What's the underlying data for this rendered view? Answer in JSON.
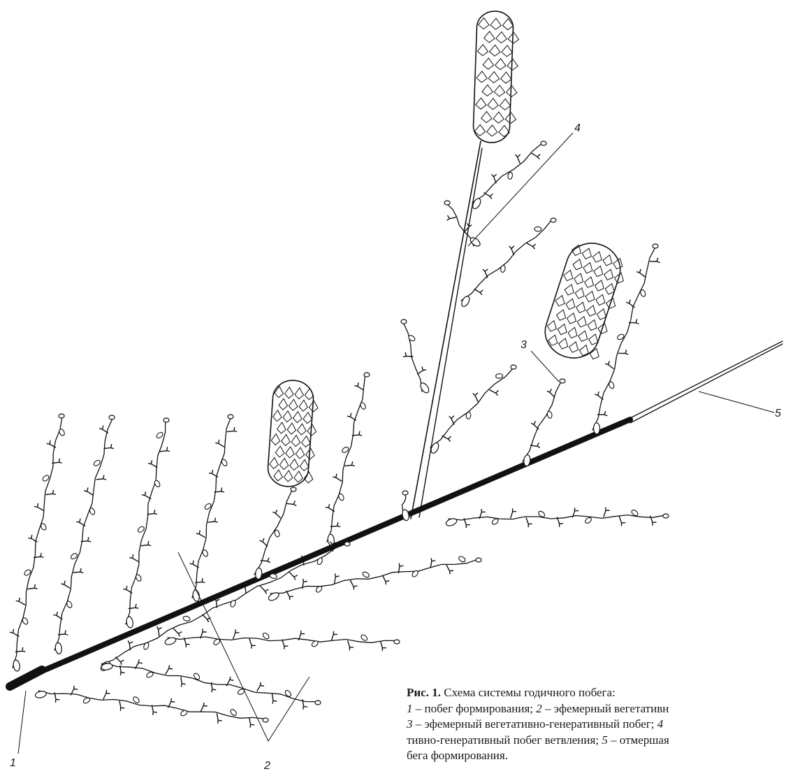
{
  "figure": {
    "labels": [
      "1",
      "2",
      "3",
      "4",
      "5"
    ],
    "caption": {
      "number": "Рис. 1.",
      "title": " Схема системы годичного побега:",
      "line1": [
        {
          "n": "1",
          "t": " – побег формирования; "
        },
        {
          "n": "2",
          "t": " – эфемерный вегетативн"
        }
      ],
      "line2": [
        {
          "n": "3",
          "t": " – эфемерный вегетативно-генеративный побег; "
        },
        {
          "n": "4",
          "t": ""
        }
      ],
      "line3": "тивно-генеративный побег ветвления; ",
      "line3_n": "5",
      "line3_t": " – отмершая",
      "line4": "бега формирования."
    }
  }
}
